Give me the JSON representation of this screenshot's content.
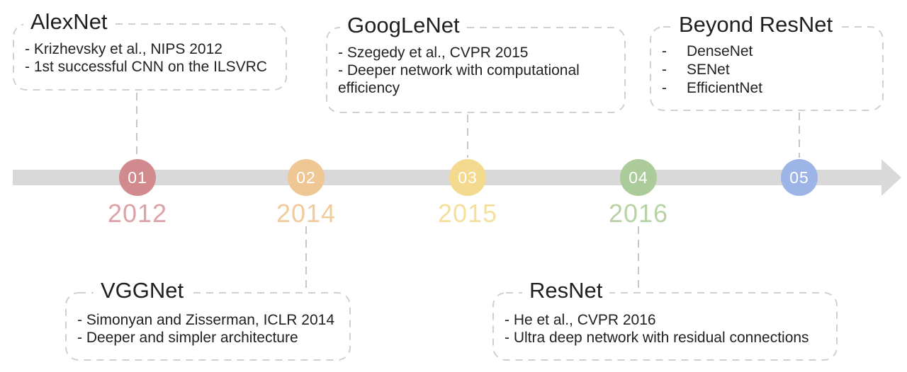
{
  "timeline": {
    "bar_color": "#d9d9d9",
    "arrow_color": "#d9d9d9",
    "connector_color": "#c6c6c6",
    "nodes": [
      {
        "number": "01",
        "year": "2012",
        "circle_color": "#d18b8f",
        "year_color": "#dda1a6"
      },
      {
        "number": "02",
        "year": "2014",
        "circle_color": "#efc795",
        "year_color": "#f2cb9d"
      },
      {
        "number": "03",
        "year": "2015",
        "circle_color": "#f4da8e",
        "year_color": "#f5df9d"
      },
      {
        "number": "04",
        "year": "2016",
        "circle_color": "#abcc9a",
        "year_color": "#b7d3a6"
      },
      {
        "number": "05",
        "year": "",
        "circle_color": "#9db4e6",
        "year_color": ""
      }
    ]
  },
  "boxes": {
    "border_color": "#d0d0d0",
    "alexnet": {
      "title": "AlexNet",
      "lines": [
        "- Krizhevsky et al., NIPS 2012",
        "- 1st successful CNN on the ILSVRC"
      ]
    },
    "googlenet": {
      "title": "GoogLeNet",
      "lines": [
        "- Szegedy et al., CVPR 2015",
        "- Deeper network with computational efficiency"
      ]
    },
    "beyond_resnet": {
      "title": "Beyond ResNet",
      "bullet": "-",
      "items": [
        "DenseNet",
        "SENet",
        "EfficientNet"
      ]
    },
    "vggnet": {
      "title": "VGGNet",
      "lines": [
        "- Simonyan and Zisserman, ICLR 2014",
        "- Deeper and simpler architecture"
      ]
    },
    "resnet": {
      "title": "ResNet",
      "lines": [
        "- He et al., CVPR 2016",
        "- Ultra deep network with residual connections"
      ]
    }
  }
}
